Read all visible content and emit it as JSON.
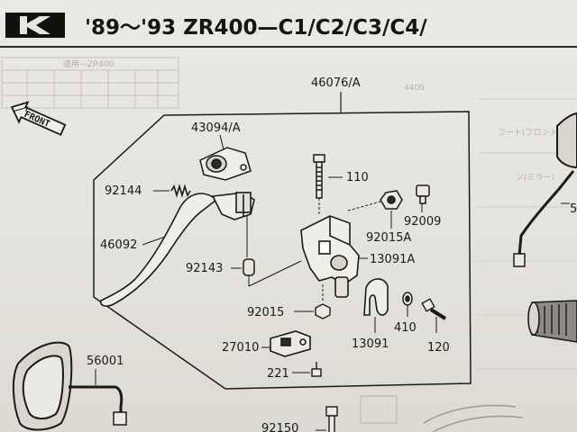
{
  "header": {
    "title": "'89～'93 ZR400—C1/C2/C3/C4/"
  },
  "front_label": "FRONT",
  "ghost_text": {
    "top_right": "4400",
    "table": "適用—ZR400",
    "right_col": [
      "フート(フロント)",
      "ソ(ミラー)"
    ]
  },
  "parts": {
    "p46076": "46076/A",
    "p43094": "43094/A",
    "p92144": "92144",
    "p46092": "46092",
    "p92143": "92143",
    "p110": "110",
    "p92009": "92009",
    "p92015A": "92015A",
    "p13091A": "13091A",
    "p92015": "92015",
    "p410": "410",
    "p13091": "13091",
    "p120": "120",
    "p27010": "27010",
    "p221": "221",
    "p56001": "56001",
    "p92150": "92150",
    "p5_partial": "5"
  },
  "colors": {
    "ink": "#1a1a1a",
    "paper": "#e7e5df",
    "logo": "#111111"
  }
}
